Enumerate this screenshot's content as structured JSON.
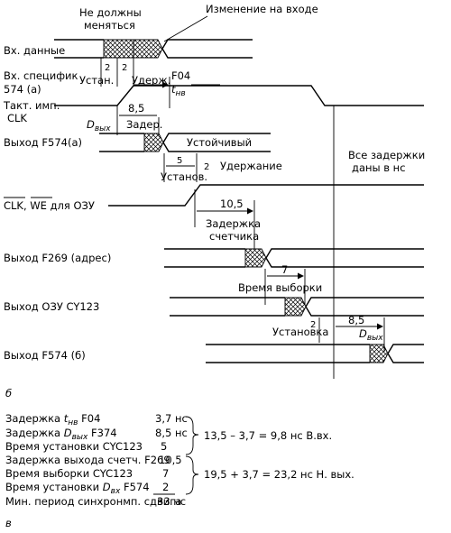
{
  "labels": {
    "must_not_change": [
      "Не должны",
      "меняться"
    ],
    "input_change": "Изменение на входе",
    "in_data": "Вх. данные",
    "in_spec": [
      "Вх. специфик",
      "574 (а)"
    ],
    "clk": [
      "Такт. имп.",
      "CLK"
    ],
    "out_f574a": "Выход F574(а)",
    "clk_we": "CLK, WE для ОЗУ",
    "out_f269": "Выход F269 (адрес)",
    "out_ram": "Выход ОЗУ CY123",
    "out_f574b": "Выход F574 (б)",
    "setup": "Устан.",
    "hold_abbr": "Удерж.",
    "f04": "F04",
    "t_nv": "t",
    "t_nv_sub": "нв",
    "d_out": "D",
    "d_out_sub": "вых",
    "delay_abbr": "Задер.",
    "stable": "Устойчивый",
    "hold": "Удержание",
    "setup2": "Установ.",
    "counter_delay": [
      "Задержка",
      "счетчика"
    ],
    "access_time": "Время выборки",
    "setup_full": "Установка",
    "d_in": "D",
    "d_in_sub": "вых",
    "all_delays": [
      "Все задержки",
      "даны в нс"
    ],
    "fig_b": "б",
    "fig_v": "в"
  },
  "values": {
    "setup": "2",
    "hold": "2",
    "d_out": "8,5",
    "hold2": "5",
    "hold2b": "2",
    "counter_delay": "10,5",
    "access": "7",
    "setup_b": "2",
    "d_in": "8,5"
  },
  "table": {
    "rows": [
      {
        "label": "Задержка",
        "sym": "t",
        "sub": "нв",
        "suffix": " F04",
        "value": "3,7 нс"
      },
      {
        "label": "Задержка",
        "sym": "D",
        "sub": "вых",
        "suffix": " F374",
        "value": "8,5 нс"
      },
      {
        "label": "Время установки CYC123",
        "sym": "",
        "sub": "",
        "suffix": "",
        "value": "5"
      },
      {
        "label": "Задержка выхода счетч. F269",
        "sym": "",
        "sub": "",
        "suffix": "",
        "value": "10,5"
      },
      {
        "label": "Время выборки CYC123",
        "sym": "",
        "sub": "",
        "suffix": "",
        "value": "7"
      },
      {
        "label": "Время установки",
        "sym": "D",
        "sub": "вх",
        "suffix": " F574",
        "value": "2"
      },
      {
        "label": "Мин. период синхронмп. сдвига",
        "sym": "",
        "sub": "",
        "suffix": "",
        "value": "33 нс"
      }
    ],
    "eq1": "13,5 – 3,7 = 9,8 нс  В.вх.",
    "eq2": "19,5 + 3,7 = 23,2 нс  Н. вых."
  }
}
